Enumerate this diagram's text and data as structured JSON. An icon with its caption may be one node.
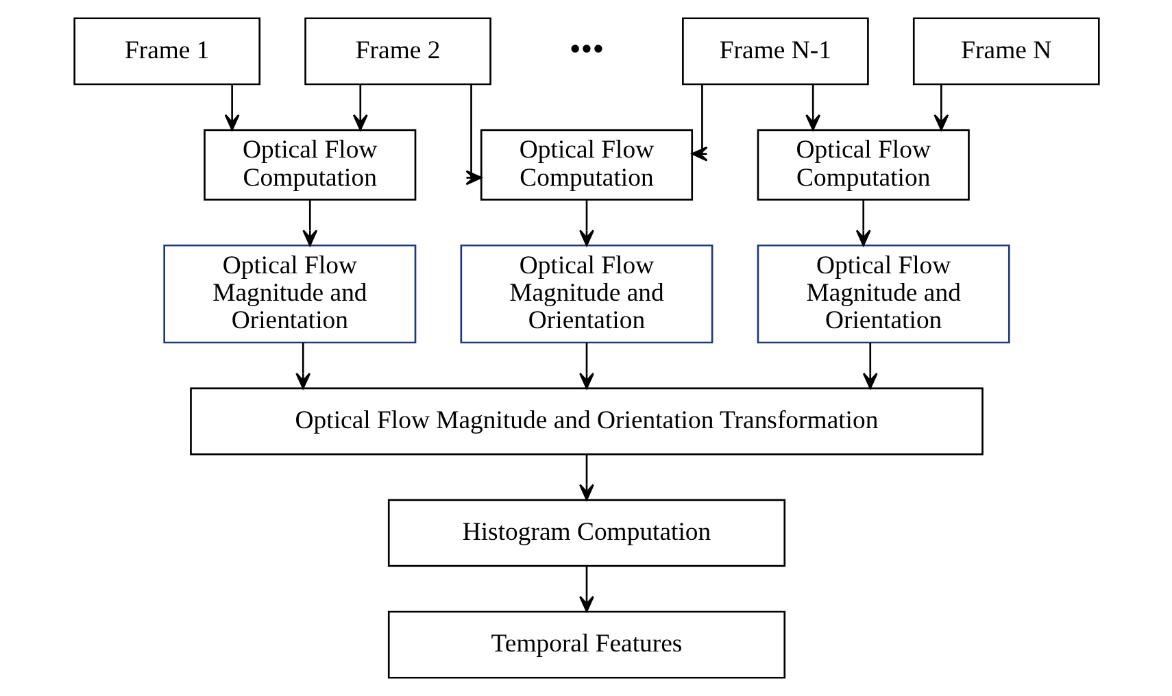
{
  "diagram": {
    "nodes": [
      {
        "text": [
          "Frame 1"
        ]
      },
      {
        "text": [
          "Frame 2"
        ]
      },
      {
        "text": [
          "Frame N-1"
        ]
      },
      {
        "text": [
          "Frame N"
        ]
      },
      {
        "text": [
          "Optical Flow Computation"
        ]
      },
      {
        "text": [
          "Optical Flow Computation"
        ]
      },
      {
        "text": [
          "Optical Flow Computation"
        ]
      },
      {
        "text": [
          "Optical Flow Magnitude and Orientation"
        ]
      },
      {
        "text": [
          "Optical Flow Magnitude and Orientation"
        ]
      },
      {
        "text": [
          "Optical Flow Magnitude and Orientation"
        ]
      },
      {
        "text": [
          "Optical Flow Magnitude and Orientation Transformation"
        ]
      },
      {
        "text": [
          "Histogram Computation"
        ]
      },
      {
        "text": [
          "Temporal Features"
        ]
      }
    ],
    "edges": [
      {
        "from": 0,
        "to": 4,
        "arrow": "to"
      },
      {
        "from": 1,
        "to": 4,
        "arrow": "to"
      },
      {
        "from": 1,
        "to": 5,
        "arrow": "to"
      },
      {
        "from": 2,
        "to": 5,
        "arrow": "to"
      },
      {
        "from": 2,
        "to": 6,
        "arrow": "to"
      },
      {
        "from": 3,
        "to": 6,
        "arrow": "to"
      },
      {
        "from": 4,
        "to": 7,
        "arrow": "to"
      },
      {
        "from": 5,
        "to": 8,
        "arrow": "to"
      },
      {
        "from": 6,
        "to": 9,
        "arrow": "to"
      },
      {
        "from": 7,
        "to": 10,
        "arrow": "to"
      },
      {
        "from": 8,
        "to": 10,
        "arrow": "to"
      },
      {
        "from": 9,
        "to": 10,
        "arrow": "to"
      },
      {
        "from": 10,
        "to": 11,
        "arrow": "to"
      },
      {
        "from": 11,
        "to": 12,
        "arrow": "to"
      }
    ],
    "labels": [
      "•••"
    ]
  }
}
